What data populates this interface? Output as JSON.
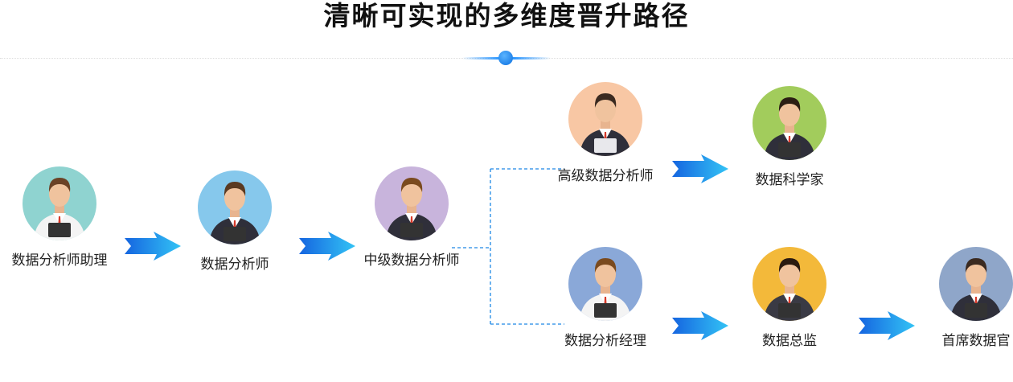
{
  "title": "清晰可实现的多维度晋升路径",
  "nodes": [
    {
      "label": "数据分析师助理",
      "color": "#8fd3d0",
      "icon": "person-assistant-tablet-icon"
    },
    {
      "label": "数据分析师",
      "color": "#86c8ec",
      "icon": "person-female-analyst-icon"
    },
    {
      "label": "中级数据分析师",
      "color": "#c8b4dc",
      "icon": "person-glasses-phone-icon"
    },
    {
      "label": "高级数据分析师",
      "color": "#f8c7a4",
      "icon": "person-beard-laptop-icon"
    },
    {
      "label": "数据科学家",
      "color": "#a2cc5c",
      "icon": "person-scientist-icon"
    },
    {
      "label": "数据分析经理",
      "color": "#8aa8d8",
      "icon": "person-manager-tablet-icon"
    },
    {
      "label": "数据总监",
      "color": "#f3b93a",
      "icon": "person-female-director-icon"
    },
    {
      "label": "首席数据官",
      "color": "#8fa6c9",
      "icon": "person-beard-tablet-icon"
    }
  ],
  "accent": "#1e90ff"
}
